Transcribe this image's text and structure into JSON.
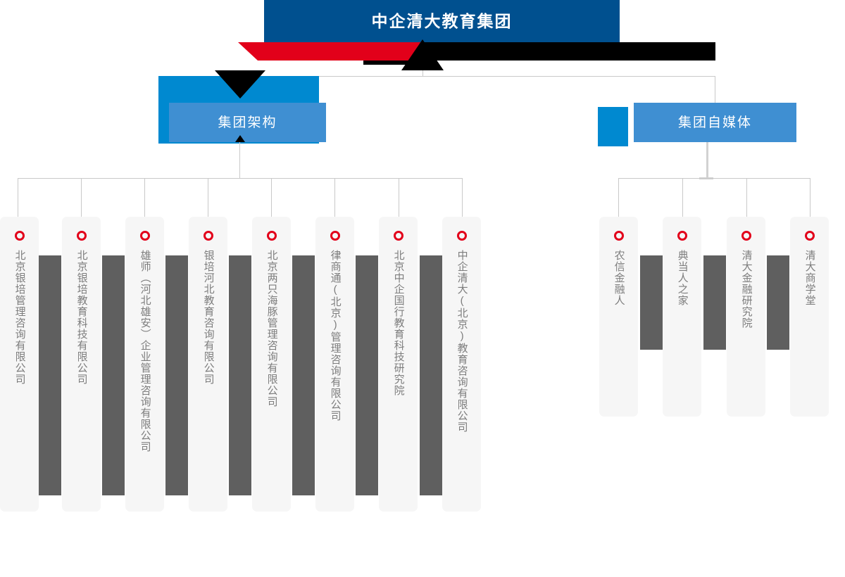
{
  "root": {
    "title": "中企清大教育集团"
  },
  "branches": [
    {
      "id": "group-structure",
      "label": "集团架构",
      "nodes": [
        {
          "icon": "red-ring-icon",
          "label": "北京银培管理咨询有限公司"
        },
        {
          "icon": "red-ring-icon",
          "label": "北京银培教育科技有限公司"
        },
        {
          "icon": "red-ring-icon",
          "label": "雄师（河北雄安）企业管理咨询有限公司"
        },
        {
          "icon": "red-ring-icon",
          "label": "银培河北教育咨询有限公司"
        },
        {
          "icon": "red-ring-icon",
          "label": "北京两只海豚管理咨询有限公司"
        },
        {
          "icon": "red-ring-icon",
          "label": "律商通(北京)管理咨询有限公司"
        },
        {
          "icon": "red-ring-icon",
          "label": "北京中企国行教育科技研究院"
        },
        {
          "icon": "red-ring-icon",
          "label": "中企清大(北京)教育咨询有限公司"
        }
      ]
    },
    {
      "id": "group-media",
      "label": "集团自媒体",
      "nodes": [
        {
          "icon": "red-ring-icon",
          "label": "农信金融人"
        },
        {
          "icon": "red-ring-icon",
          "label": "典当人之家"
        },
        {
          "icon": "red-ring-icon",
          "label": "清大金融研究院"
        },
        {
          "icon": "red-ring-icon",
          "label": "清大商学堂"
        }
      ]
    }
  ],
  "colors": {
    "root_blue": "#00508f",
    "ribbon_red": "#e2001a",
    "ribbon_black": "#000000",
    "branch_blue": "#3f8fd2",
    "branch_blue_dark": "#0089d0",
    "card_bg": "#f6f6f6",
    "bar_gray": "#5f5f5f",
    "line_gray": "#c9c9c9",
    "text_gray": "#7d7d7d"
  }
}
